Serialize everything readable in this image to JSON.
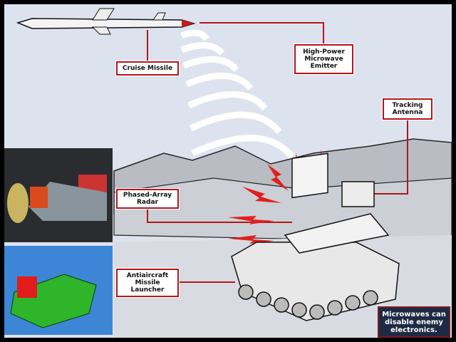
{
  "labels": {
    "cruise_missile": "Cruise Missile",
    "emitter": "High-Power\nMicrowave\nEmitter",
    "tracking_antenna": "Tracking\nAntenna",
    "phased_array_radar": "Phased-Array\nRadar",
    "launcher": "Antiaircraft\nMissile\nLauncher"
  },
  "note": "Microwaves can\ndisable enemy\nelectronics.",
  "colors": {
    "accent": "#b3161b",
    "background": "#dde3ee",
    "note_bg": "#1e2a44",
    "bolt": "#e0201c"
  }
}
